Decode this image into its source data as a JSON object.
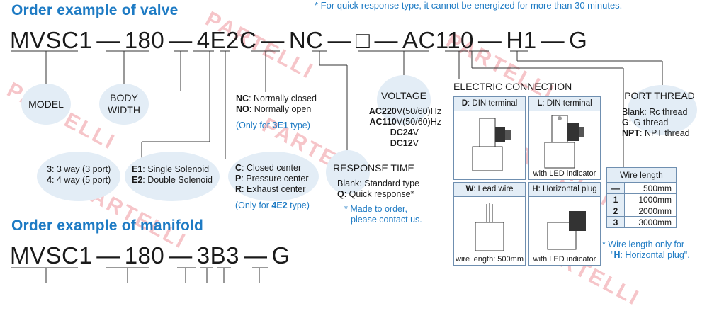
{
  "valve_title": "Order example of valve",
  "top_note": "* For quick response type, it cannot be energized for more than 30 minutes.",
  "valve_code": {
    "model": "MVSC1",
    "width": "180",
    "way": "4",
    "solenoid": "E2",
    "center": "C",
    "response": "NC",
    "box": "□",
    "voltage": "AC110",
    "electric": "H1",
    "thread": "G",
    "dash": "—"
  },
  "labels": {
    "model": "MODEL",
    "body_width_1": "BODY",
    "body_width_2": "WIDTH",
    "voltage": "VOLTAGE",
    "electric": "ELECTRIC CONNECTION",
    "port_thread": "PORT THREAD",
    "response_time": "RESPONSE TIME"
  },
  "nc_block": {
    "nc_key": "NC",
    "nc_text": ": Normally closed",
    "no_key": "NO",
    "no_text": ": Normally open",
    "only_pre": "(Only for ",
    "only_key": "3E1",
    "only_post": " type)"
  },
  "voltage_list": [
    {
      "key": "AC220",
      "rest": "V(50/60)Hz"
    },
    {
      "key": "AC110",
      "rest": "V(50/60)Hz"
    },
    {
      "key": "DC24",
      "rest": "V"
    },
    {
      "key": "DC12",
      "rest": "V"
    }
  ],
  "thread_list": [
    {
      "key": "Blank",
      "rest": ": Rc thread"
    },
    {
      "key": "G",
      "rest": ": G thread"
    },
    {
      "key": "NPT",
      "rest": ": NPT thread"
    }
  ],
  "way_list": [
    {
      "key": "3",
      "rest": ": 3 way (3 port)"
    },
    {
      "key": "4",
      "rest": ": 4 way (5 port)"
    }
  ],
  "solenoid_list": [
    {
      "key": "E1",
      "rest": ": Single Solenoid"
    },
    {
      "key": "E2",
      "rest": ": Double Solenoid"
    }
  ],
  "center_list": [
    {
      "key": "C",
      "rest": ": Closed center"
    },
    {
      "key": "P",
      "rest": ": Pressure center"
    },
    {
      "key": "R",
      "rest": ": Exhaust center"
    }
  ],
  "center_note": {
    "pre": "(Only for ",
    "key": "4E2",
    "post": " type)"
  },
  "response_list": [
    {
      "key": "Blank",
      "rest": ": Standard type"
    },
    {
      "key": "Q",
      "rest": ": Quick response*"
    }
  ],
  "response_note_1": "* Made to order,",
  "response_note_2": "please contact us.",
  "connections": {
    "d": {
      "key": "D",
      "rest": ": DIN terminal",
      "sub": ""
    },
    "l": {
      "key": "L",
      "rest": ": DIN terminal",
      "sub": "with LED indicator"
    },
    "w": {
      "key": "W",
      "rest": ": Lead wire",
      "sub": "wire length: 500mm"
    },
    "h": {
      "key": "H",
      "rest": ": Horizontal plug",
      "sub": "with LED indicator"
    }
  },
  "wire_table": {
    "header": "Wire length",
    "rows": [
      {
        "k": "—",
        "v": "500mm"
      },
      {
        "k": "1",
        "v": "1000mm"
      },
      {
        "k": "2",
        "v": "2000mm"
      },
      {
        "k": "3",
        "v": "3000mm"
      }
    ]
  },
  "wire_note_1": "* Wire length only for",
  "wire_note_2_pre": "\"",
  "wire_note_2_key": "H",
  "wire_note_2_post": ": Horizontal plug\".",
  "manifold_title": "Order example of manifold",
  "manifold_code": {
    "model": "MVSC1",
    "width": "180",
    "stations": "3B3",
    "thread": "G",
    "dash": "—"
  },
  "watermark": "PARTELLI",
  "colors": {
    "accent": "#1e7bc4",
    "bubble": "#e3edf6",
    "watermark": "#e65a64"
  }
}
